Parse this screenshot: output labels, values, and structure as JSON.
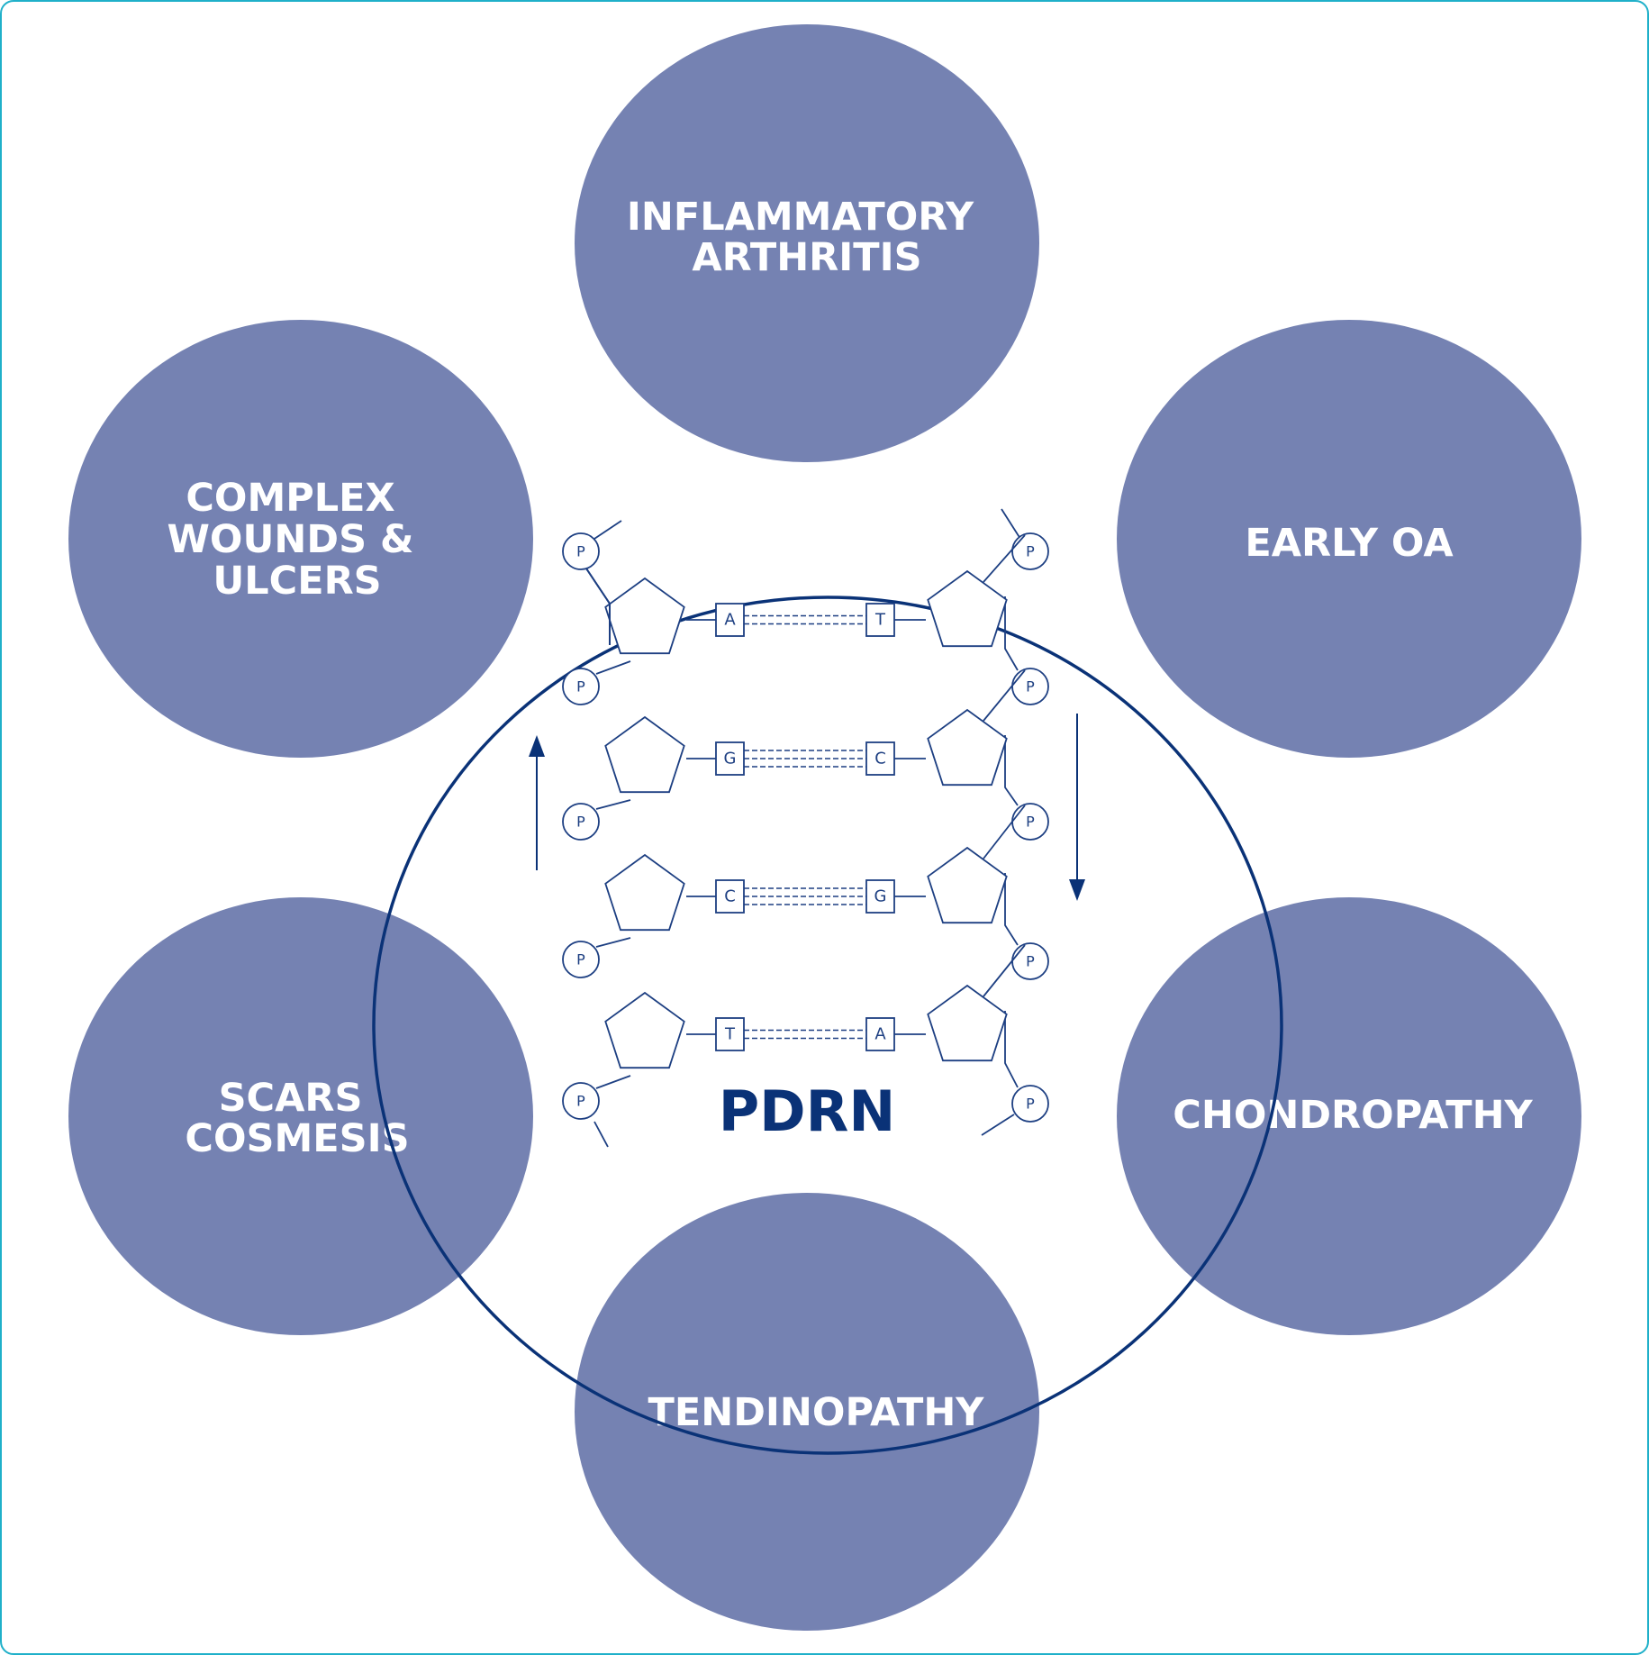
{
  "colors": {
    "frame": "#1fb0c9",
    "bubble": "#6e7bae",
    "ring": "#0a3277",
    "dna": "#1d3f82",
    "label": "#ffffff"
  },
  "center": {
    "label": "PDRN"
  },
  "conditions": {
    "inflammatory_arthritis": [
      "INFLAMMATORY",
      "ARTHRITIS"
    ],
    "early_oa": [
      "EARLY OA"
    ],
    "chondropathy": [
      "CHONDROPATHY"
    ],
    "tendinopathy": [
      "TENDINOPATHY"
    ],
    "scars_cosmesis": [
      "SCARS",
      "COSMESIS"
    ],
    "complex_wounds_ulcers": [
      "COMPLEX",
      "WOUNDS &",
      "ULCERS"
    ]
  },
  "dna": {
    "phosphate_label": "P",
    "base_pairs": [
      {
        "left": "A",
        "right": "T",
        "bonds": 2
      },
      {
        "left": "G",
        "right": "C",
        "bonds": 3
      },
      {
        "left": "C",
        "right": "G",
        "bonds": 3
      },
      {
        "left": "T",
        "right": "A",
        "bonds": 2
      }
    ]
  }
}
